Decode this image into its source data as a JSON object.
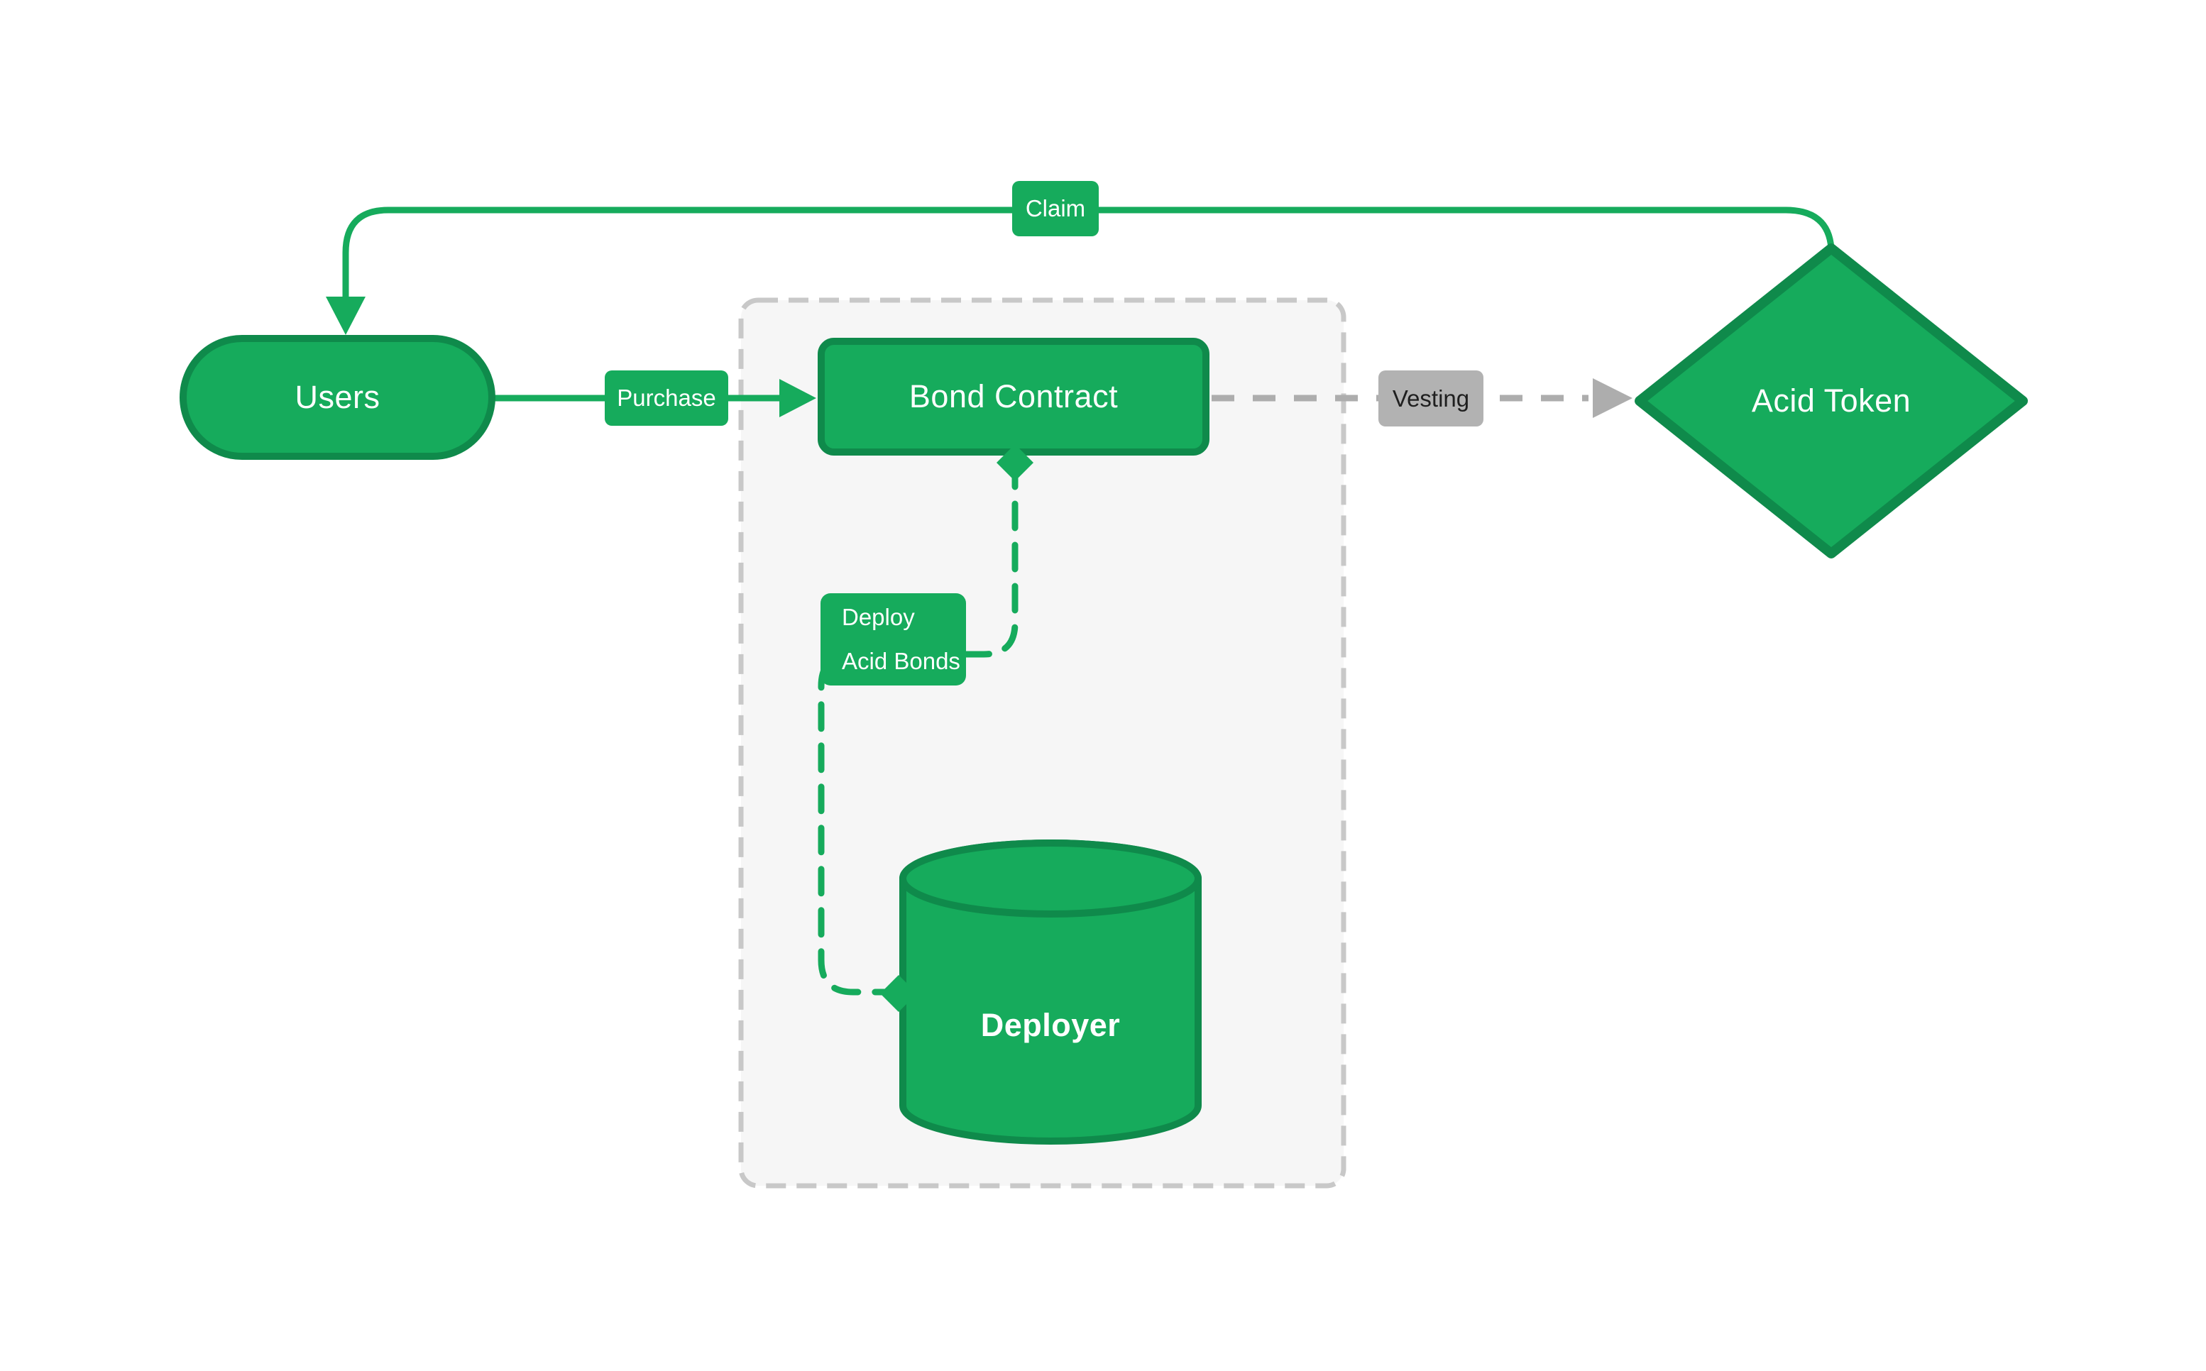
{
  "diagram": {
    "title": "",
    "colors": {
      "background": "#FFFFFF",
      "node_fill": "#16AB5C",
      "node_stroke": "#0F8A4B",
      "edge_green": "#16AB5C",
      "edge_gray": "#ADADAD",
      "container_fill": "#F6F6F6",
      "container_stroke": "#C8C8C8",
      "badge_text_light": "#FFFFFF",
      "vesting_badge_bg": "#B2B2B2",
      "vesting_badge_text": "#1F1F1F"
    },
    "nodes": {
      "users": {
        "label": "Users",
        "shape": "stadium"
      },
      "bond_contract": {
        "label": "Bond Contract",
        "shape": "rounded-rect"
      },
      "acid_token": {
        "label": "Acid Token",
        "shape": "diamond"
      },
      "deployer": {
        "label": "Deployer",
        "shape": "cylinder"
      }
    },
    "edges": {
      "claim": {
        "label": "Claim",
        "from": "Acid Token",
        "to": "Users",
        "line": "solid",
        "color": "green"
      },
      "purchase": {
        "label": "Purchase",
        "from": "Users",
        "to": "Bond Contract",
        "line": "solid",
        "color": "green"
      },
      "vesting": {
        "label": "Vesting",
        "from": "Bond Contract",
        "to": "Acid Token",
        "line": "dashed",
        "color": "gray"
      },
      "deploy": {
        "label_line1": "Deploy",
        "label_line2": "Acid Bonds",
        "from": "Deployer",
        "to": "Bond Contract",
        "line": "dashed",
        "color": "green"
      }
    },
    "container_group": {
      "members": [
        "Bond Contract",
        "Deployer"
      ]
    }
  }
}
